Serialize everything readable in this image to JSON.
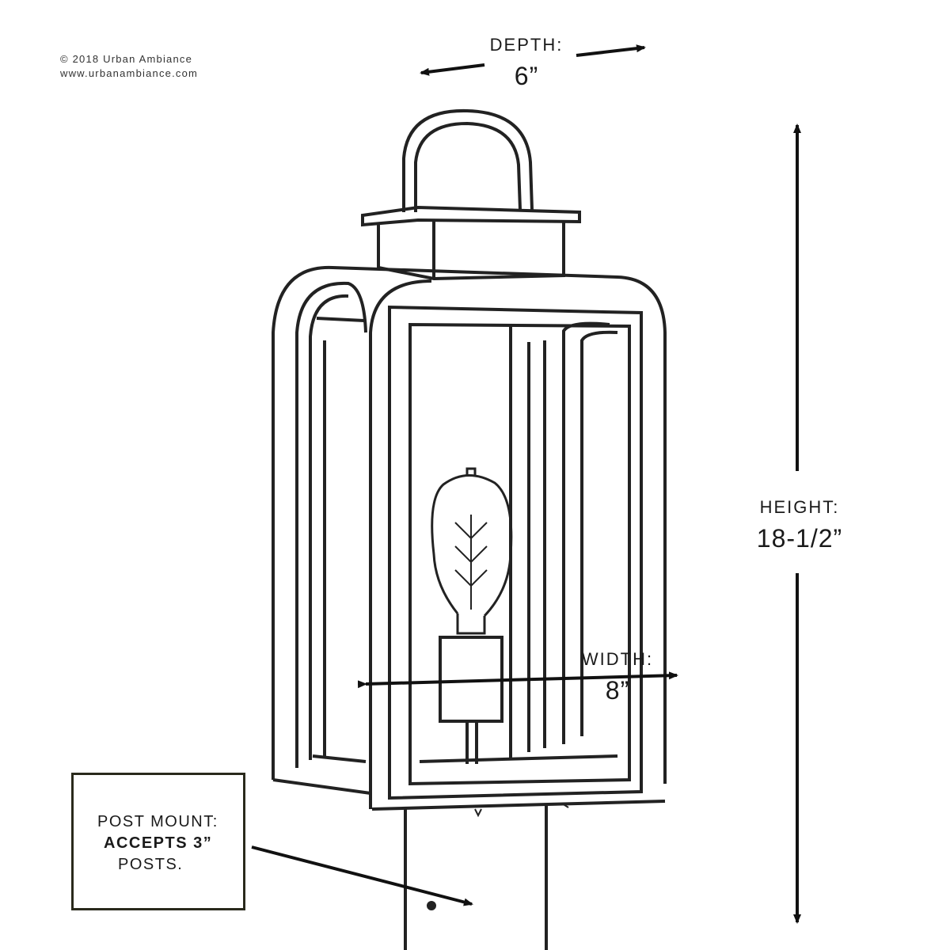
{
  "copyright": {
    "line1": "© 2018 Urban Ambiance",
    "line2": "www.urbanambiance.com"
  },
  "dimensions": {
    "depth": {
      "label": "DEPTH:",
      "value": "6”"
    },
    "height": {
      "label": "HEIGHT:",
      "value": "18-1/2”"
    },
    "width": {
      "label": "WIDTH:",
      "value": "8”"
    }
  },
  "callout": {
    "line1": "POST MOUNT:",
    "line2": "ACCEPTS 3”",
    "line3": "POSTS."
  },
  "colors": {
    "ink": "#1a1a1a",
    "box_border": "#2a2a1c",
    "background": "#ffffff"
  }
}
